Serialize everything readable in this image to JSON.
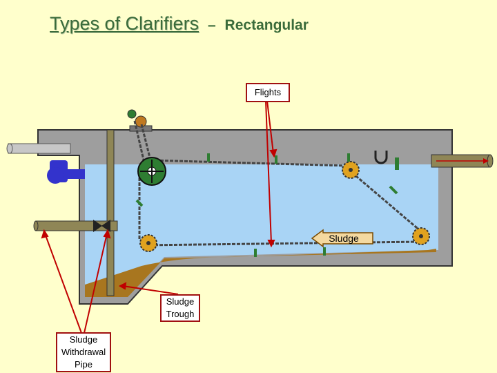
{
  "title": {
    "main": "Types of Clarifiers",
    "dash": "–",
    "sub": "Rectangular"
  },
  "labels": {
    "flights": "Flights",
    "sludge_arrow": "Sludge",
    "sludge_trough": [
      "Sludge",
      "Trough"
    ],
    "sludge_withdrawal_pipe": [
      "Sludge",
      "Withdrawal",
      "Pipe"
    ]
  },
  "colors": {
    "background": "#ffffcc",
    "water": "#a9d4f5",
    "concrete": "#9e9e9e",
    "sludge": "#a8761f",
    "gear": "#2e7d32",
    "sprocket": "#e0a21f",
    "pipe_tan": "#8f8656",
    "pipe_blue": "#3333cc",
    "leader_line": "#c00000"
  }
}
